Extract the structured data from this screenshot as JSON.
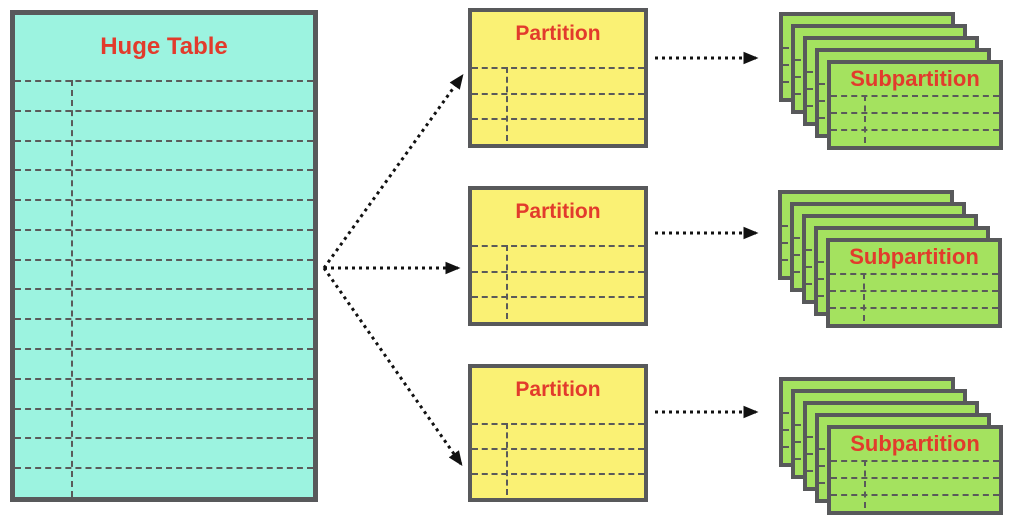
{
  "diagram": {
    "colors": {
      "bg": "#ffffff",
      "cyan": "#9CF3E0",
      "yellow": "#FAF174",
      "green": "#A4E25F",
      "border": "#58595B",
      "red": "#E23B2C",
      "dash": "#5a5a5a",
      "arrow": "#111111"
    },
    "huge_table": {
      "title": "Huge Table",
      "row_count": 14,
      "has_vertical_divider": true
    },
    "partitions": [
      {
        "title": "Partition",
        "row_count": 3
      },
      {
        "title": "Partition",
        "row_count": 3
      },
      {
        "title": "Partition",
        "row_count": 3
      }
    ],
    "subpartition_stacks": [
      {
        "title": "Subpartition",
        "card_count": 5,
        "row_count": 3
      },
      {
        "title": "Subpartition",
        "card_count": 5,
        "row_count": 3
      },
      {
        "title": "Subpartition",
        "card_count": 5,
        "row_count": 3
      }
    ],
    "edges": [
      {
        "from": "huge-table",
        "to": "partition-1",
        "style": "dotted-arrow"
      },
      {
        "from": "huge-table",
        "to": "partition-2",
        "style": "dotted-arrow"
      },
      {
        "from": "huge-table",
        "to": "partition-3",
        "style": "dotted-arrow"
      },
      {
        "from": "partition-1",
        "to": "subpartition-stack-1",
        "style": "dotted-arrow"
      },
      {
        "from": "partition-2",
        "to": "subpartition-stack-2",
        "style": "dotted-arrow"
      },
      {
        "from": "partition-3",
        "to": "subpartition-stack-3",
        "style": "dotted-arrow"
      }
    ]
  }
}
